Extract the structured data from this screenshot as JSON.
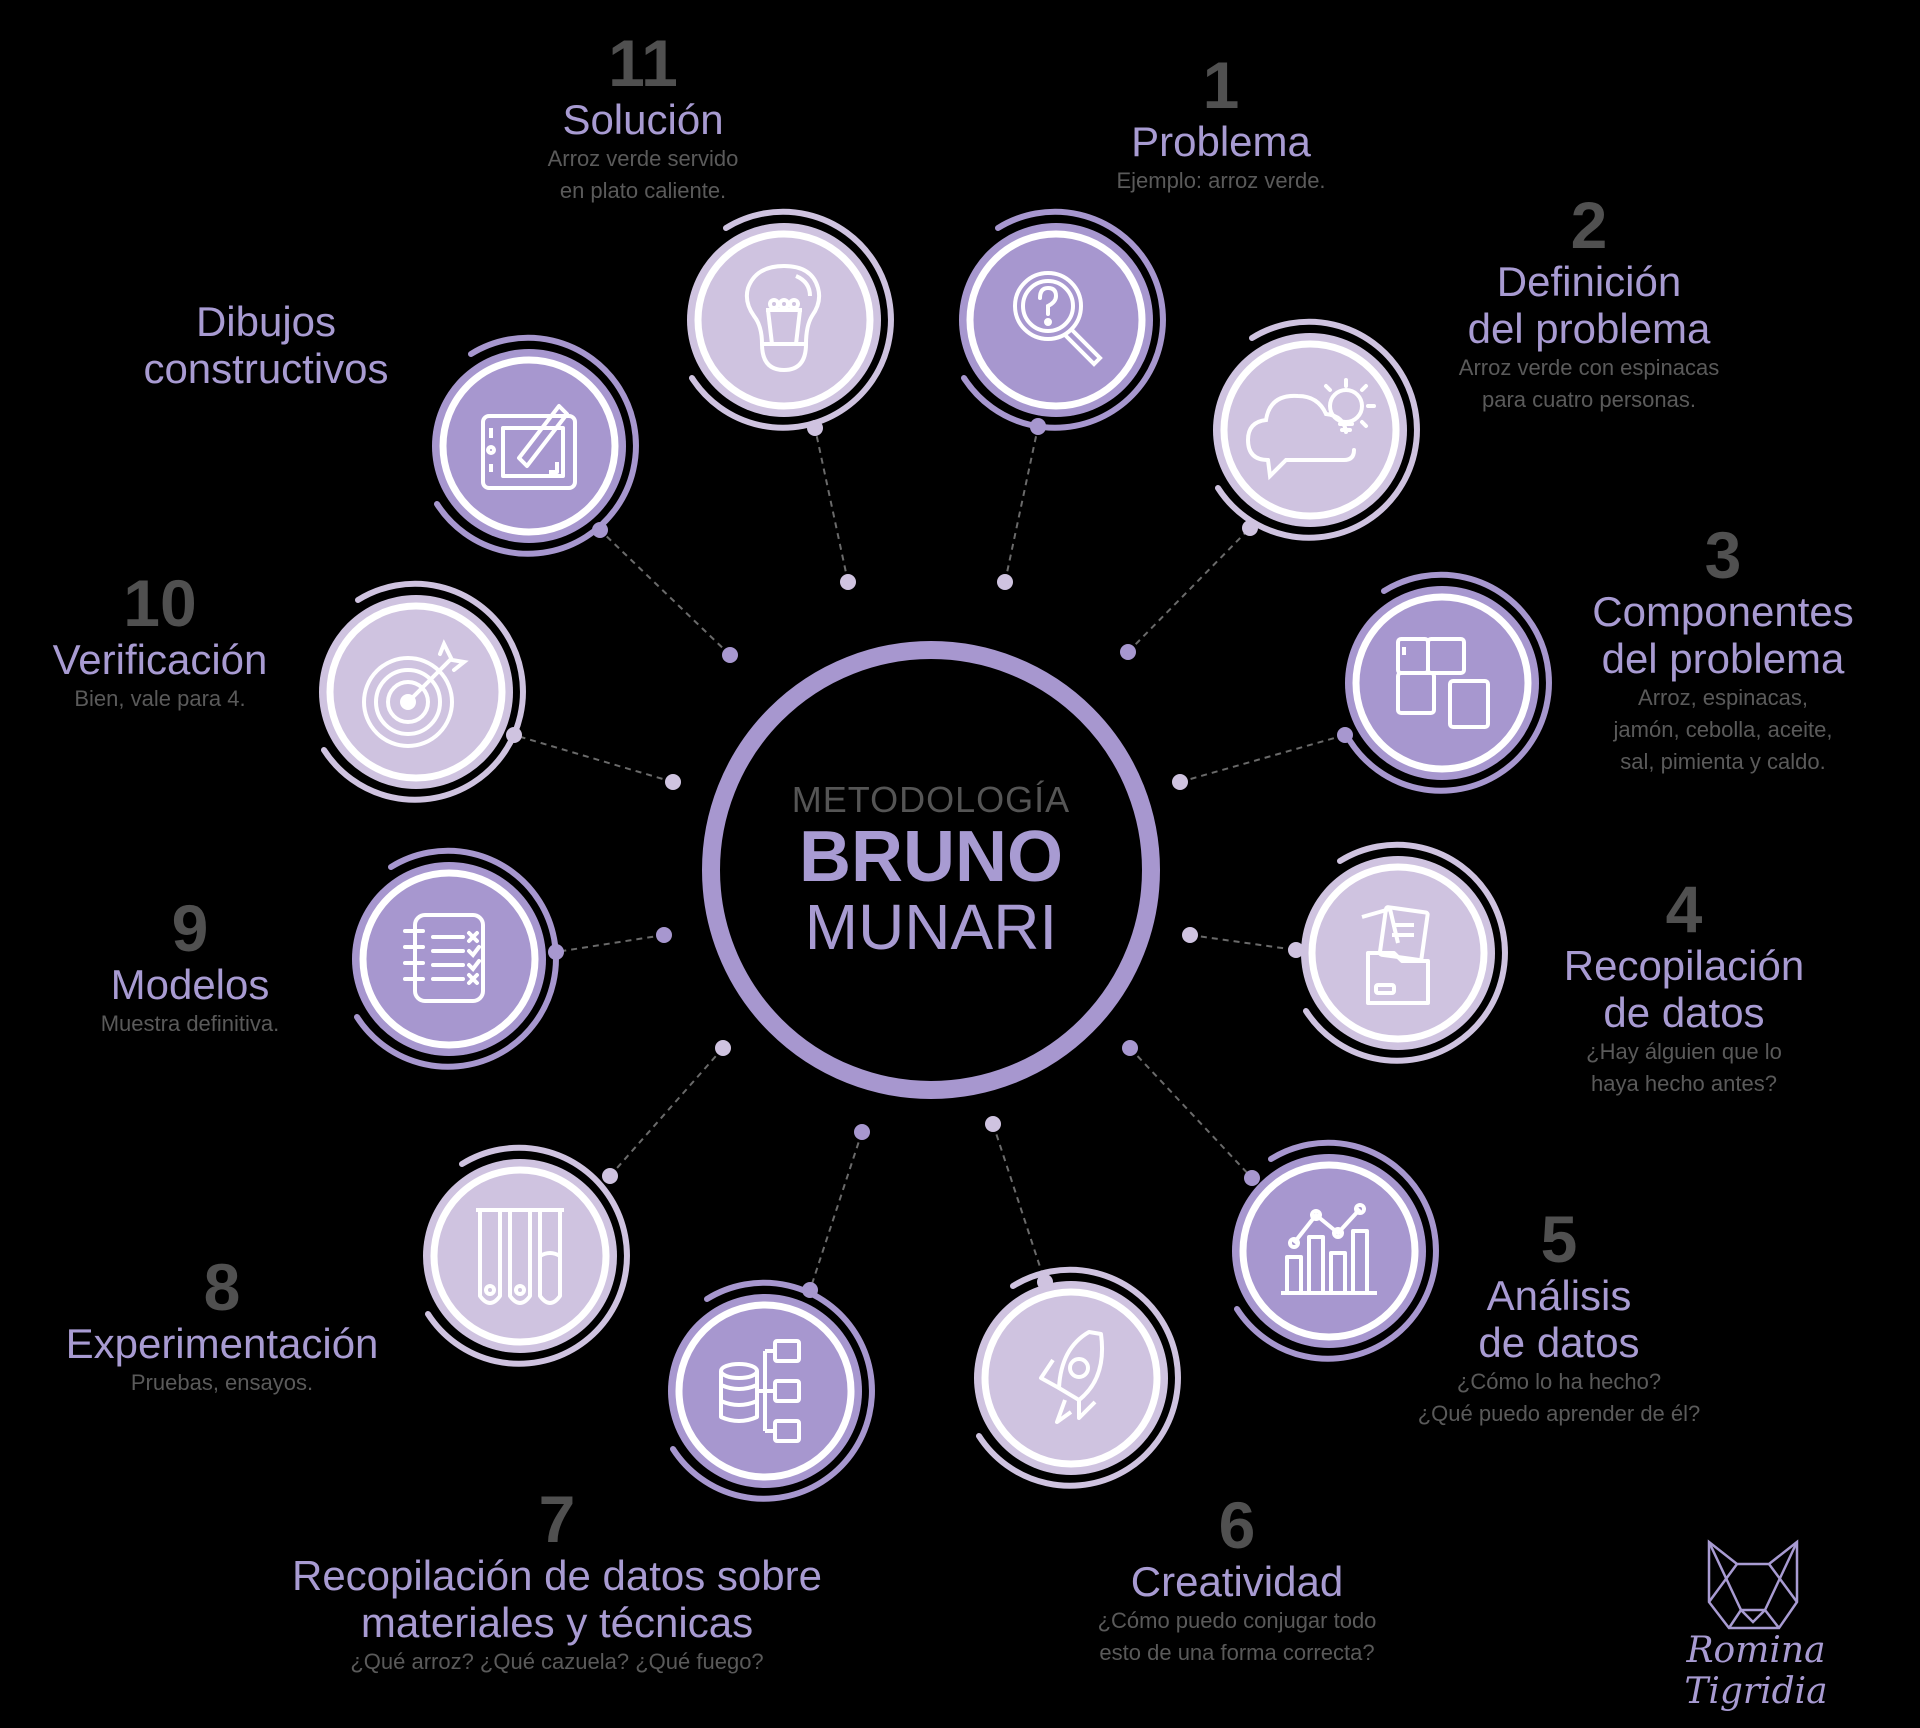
{
  "center": {
    "line1": "METODOLOGÍA",
    "line2": "BRUNO",
    "line3": "MUNARI"
  },
  "colors": {
    "background": "#000000",
    "purple_dark": "#a797cf",
    "purple_light": "#cfc3e0",
    "number_grey": "#505050",
    "desc_grey": "#5a5a5a",
    "title_purple": "#a89bd2"
  },
  "steps": [
    {
      "number": "1",
      "title": "Problema",
      "title2": "",
      "desc1": "Ejemplo: arroz verde.",
      "desc2": "",
      "desc3": "",
      "icon": "magnifier-question-icon",
      "shade": "dark"
    },
    {
      "number": "2",
      "title": "Definición",
      "title2": "del problema",
      "desc1": "Arroz verde con espinacas",
      "desc2": "para cuatro personas.",
      "desc3": "",
      "icon": "cloud-lightbulb-icon",
      "shade": "light"
    },
    {
      "number": "3",
      "title": "Componentes",
      "title2": "del problema",
      "desc1": "Arroz, espinacas,",
      "desc2": "jamón, cebolla, aceite,",
      "desc3": "sal, pimienta y caldo.",
      "icon": "puzzle-icon",
      "shade": "dark"
    },
    {
      "number": "4",
      "title": "Recopilación",
      "title2": "de datos",
      "desc1": "¿Hay álguien que lo",
      "desc2": "haya hecho antes?",
      "desc3": "",
      "icon": "folder-documents-icon",
      "shade": "light"
    },
    {
      "number": "5",
      "title": "Análisis",
      "title2": "de datos",
      "desc1": "¿Cómo lo ha hecho?",
      "desc2": "¿Qué puedo aprender de él?",
      "desc3": "",
      "icon": "bar-line-chart-icon",
      "shade": "dark"
    },
    {
      "number": "6",
      "title": "Creatividad",
      "title2": "",
      "desc1": "¿Cómo puedo conjugar todo",
      "desc2": "esto de una forma correcta?",
      "desc3": "",
      "icon": "rocket-icon",
      "shade": "light"
    },
    {
      "number": "7",
      "title": "Recopilación de datos sobre",
      "title2": "materiales y técnicas",
      "desc1": "¿Qué arroz? ¿Qué cazuela? ¿Qué fuego?",
      "desc2": "",
      "desc3": "",
      "icon": "database-folders-icon",
      "shade": "dark"
    },
    {
      "number": "8",
      "title": "Experimentación",
      "title2": "",
      "desc1": "Pruebas, ensayos.",
      "desc2": "",
      "desc3": "",
      "icon": "test-tubes-icon",
      "shade": "light"
    },
    {
      "number": "9",
      "title": "Modelos",
      "title2": "",
      "desc1": "Muestra definitiva.",
      "desc2": "",
      "desc3": "",
      "icon": "checklist-notebook-icon",
      "shade": "dark"
    },
    {
      "number": "10",
      "title": "Verificación",
      "title2": "",
      "desc1": "Bien, vale para 4.",
      "desc2": "",
      "desc3": "",
      "icon": "target-arrow-icon",
      "shade": "light"
    },
    {
      "number": "",
      "title": "Dibujos",
      "title2": "constructivos",
      "desc1": "",
      "desc2": "",
      "desc3": "",
      "icon": "drawing-tablet-icon",
      "shade": "dark"
    },
    {
      "number": "11",
      "title": "Solución",
      "title2": "",
      "desc1": "Arroz verde servido",
      "desc2": "en plato caliente.",
      "desc3": "",
      "icon": "lightbulb-icon",
      "shade": "light"
    }
  ],
  "signature": {
    "name": "Romina Tigridia",
    "logo_icon": "geometric-cat-head-icon"
  }
}
